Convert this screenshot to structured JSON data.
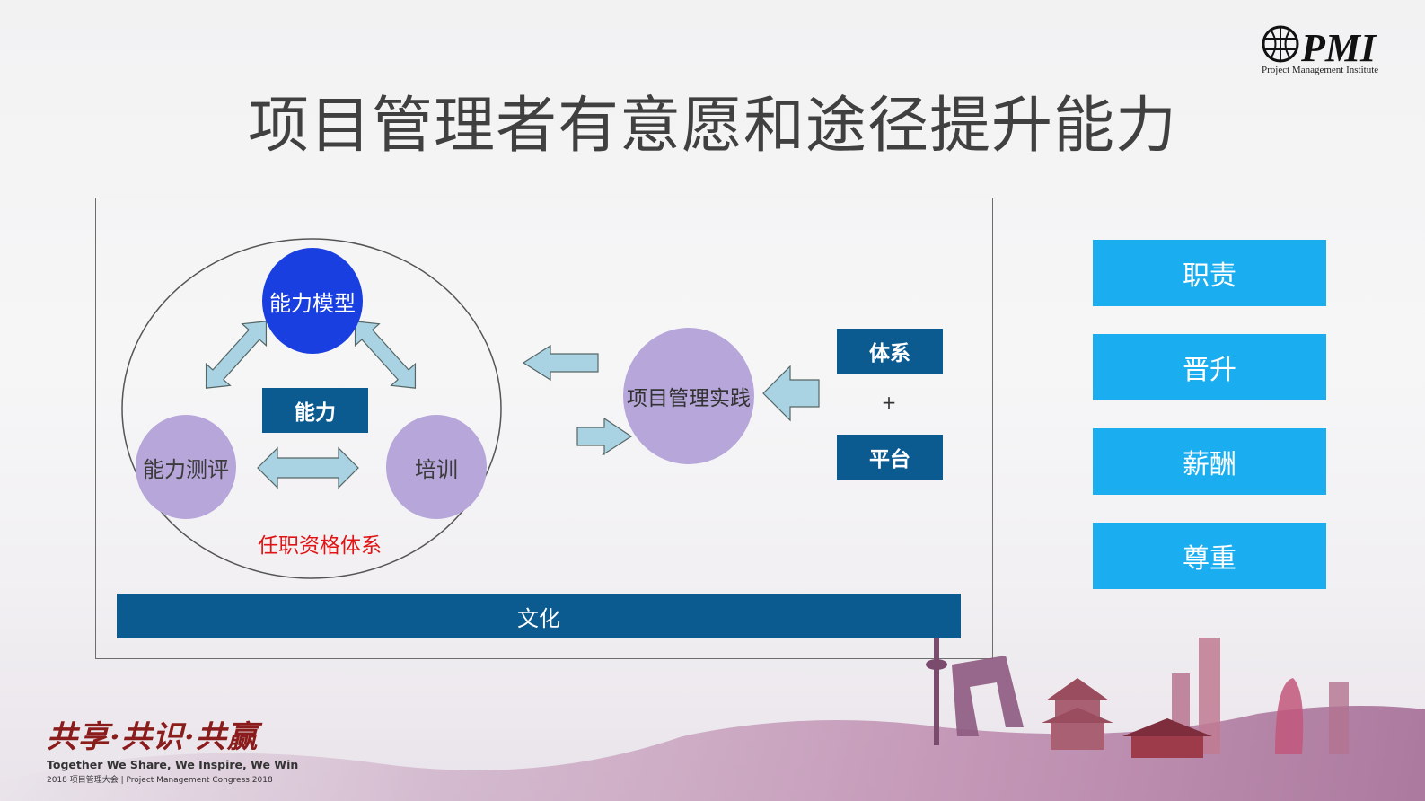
{
  "logo": {
    "wordmark": "PMI",
    "subtitle": "Project Management Institute"
  },
  "title": "项目管理者有意愿和途径提升能力",
  "diagram": {
    "ability_model": "能力模型",
    "ability": "能力",
    "ability_eval": "能力测评",
    "training": "培训",
    "qualification_system": "任职资格体系",
    "pm_practice": "项目管理实践",
    "system": "体系",
    "plus": "+",
    "platform": "平台",
    "culture": "文化"
  },
  "right_items": [
    "职责",
    "晋升",
    "薪酬",
    "尊重"
  ],
  "footer": {
    "slogan": "共享·共识·共赢",
    "tagline": "Together We Share, We Inspire, We Win",
    "congress": "2018 项目管理大会 | Project Management Congress 2018"
  },
  "colors": {
    "dark_blue_box": "#0b5a90",
    "model_circle": "#1a3fe0",
    "purple_circle": "#b6a6d9",
    "arrow_fill": "#a9d3e3",
    "right_button": "#1aaef0",
    "qualification_text": "#e01414"
  }
}
